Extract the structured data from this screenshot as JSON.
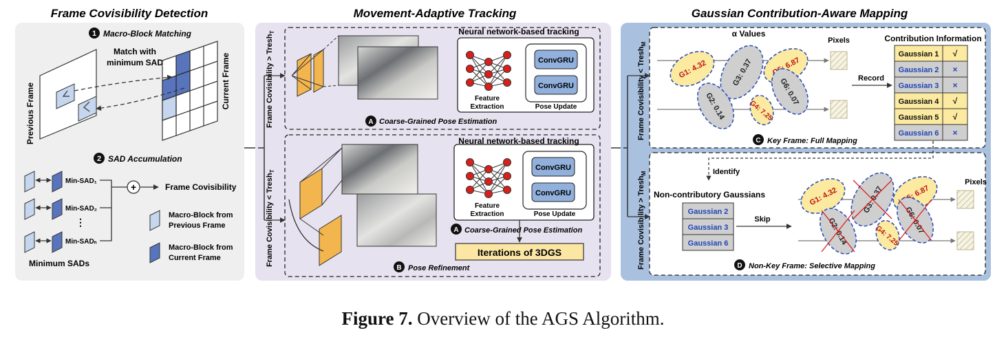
{
  "sections": {
    "detection_title": "Frame Covisibility Detection",
    "tracking_title": "Movement-Adaptive Tracking",
    "mapping_title": "Gaussian Contribution-Aware Mapping"
  },
  "detection": {
    "step1_num": "1",
    "step1_label": "Macro-Block Matching",
    "match_text_1": "Match with",
    "match_text_2": "minimum SAD",
    "previous_frame": "Previous Frame",
    "current_frame": "Current Frame",
    "step2_num": "2",
    "step2_label": "SAD Accumulation",
    "min_sad_1": "Min-SAD₁",
    "min_sad_2": "Min-SAD₂",
    "min_sad_n": "Min-SADₙ",
    "dots": "⋮",
    "plus": "+",
    "frame_covisibility": "Frame Covisibility",
    "minimum_sads": "Minimum SADs",
    "legend_prev_1": "Macro-Block from",
    "legend_prev_2": "Previous Frame",
    "legend_cur_1": "Macro-Block from",
    "legend_cur_2": "Current Frame"
  },
  "tracking": {
    "cond_top": "Frame Covisibility > Tresh",
    "cond_top_sub": "T",
    "cond_bottom": "Frame Covisibility < Tresh",
    "cond_bottom_sub": "T",
    "nn_title": "Neural network-based tracking",
    "convgru": "ConvGRU",
    "feature_extraction_1": "Feature",
    "feature_extraction_2": "Extraction",
    "pose_update": "Pose Update",
    "badge_a": "A",
    "badge_b": "B",
    "coarse_label": "Coarse-Grained Pose Estimation",
    "iterations": "Iterations of 3DGS",
    "pose_refinement": "Pose Refinement"
  },
  "mapping": {
    "cond_top": "Frame Covisibility < Tresh",
    "cond_top_sub": "M",
    "cond_bottom": "Frame Covisibility > Tresh",
    "cond_bottom_sub": "M",
    "alpha_values": "α Values",
    "pixels": "Pixels",
    "contribution_info": "Contribution Information",
    "record": "Record",
    "gaussians_top": [
      {
        "label": "G1: 4.32",
        "contrib": true
      },
      {
        "label": "G3: 0.37",
        "contrib": false
      },
      {
        "label": "G5: 6.87",
        "contrib": true
      },
      {
        "label": "G2: 0.14",
        "contrib": false
      },
      {
        "label": "G6: 0.07",
        "contrib": false
      },
      {
        "label": "G4: 7.25",
        "contrib": true
      }
    ],
    "table": [
      {
        "name": "Gaussian 1",
        "mark": "√",
        "contrib": true
      },
      {
        "name": "Gaussian 2",
        "mark": "×",
        "contrib": false
      },
      {
        "name": "Gaussian 3",
        "mark": "×",
        "contrib": false
      },
      {
        "name": "Gaussian 4",
        "mark": "√",
        "contrib": true
      },
      {
        "name": "Gaussian 5",
        "mark": "√",
        "contrib": true
      },
      {
        "name": "Gaussian 6",
        "mark": "×",
        "contrib": false
      }
    ],
    "badge_c": "C",
    "key_frame_label": "Key Frame: Full Mapping",
    "identify": "Identify",
    "non_contributory": "Non-contributory Gaussians",
    "skip": "Skip",
    "skip_list": [
      "Gaussian 2",
      "Gaussian 3",
      "Gaussian 6"
    ],
    "badge_d": "D",
    "non_key_label": "Non-Key Frame: Selective Mapping"
  },
  "caption": {
    "bold": "Figure 7.",
    "text": " Overview of the AGS Algorithm."
  },
  "colors": {
    "panel_gray": "#efefef",
    "panel_purple": "#e7e2ef",
    "panel_blue": "#a9c0df",
    "block_light": "#c5d6ee",
    "block_dark": "#5874bd",
    "gaussian_yellow": "#fbeaa0",
    "gaussian_gray": "#cfcfcf",
    "dashed_blue": "#2e4fb8",
    "red_text": "#c0150e",
    "orange_frame": "#f3b54d",
    "convgru": "#91b0dc",
    "iter_yellow": "#fbe6a4"
  }
}
